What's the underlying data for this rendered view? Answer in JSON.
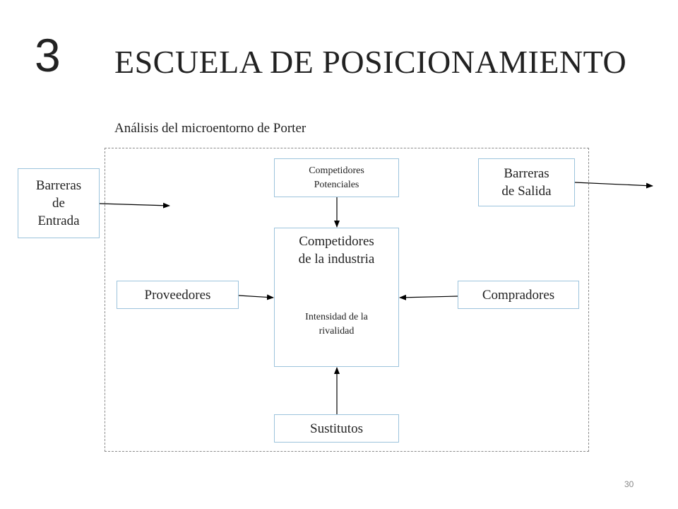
{
  "slide": {
    "number": "3",
    "title": "ESCUELA DE POSICIONAMIENTO",
    "subtitle": "Análisis del microentorno de Porter",
    "page_number": "30"
  },
  "diagram": {
    "barreras_entrada": "Barreras\nde\nEntrada",
    "competidores_potenciales": "Competidores\nPotenciales",
    "barreras_salida": "Barreras\nde Salida",
    "competidores_industria": "Competidores\nde la industria",
    "intensidad_rivalidad": "Intensidad de la\nrivalidad",
    "proveedores": "Proveedores",
    "compradores": "Compradores",
    "sustitutos": "Sustitutos"
  },
  "colors": {
    "box_border": "#9cc3dc",
    "frame_border": "#8a8a8a",
    "arrow": "#000000"
  }
}
